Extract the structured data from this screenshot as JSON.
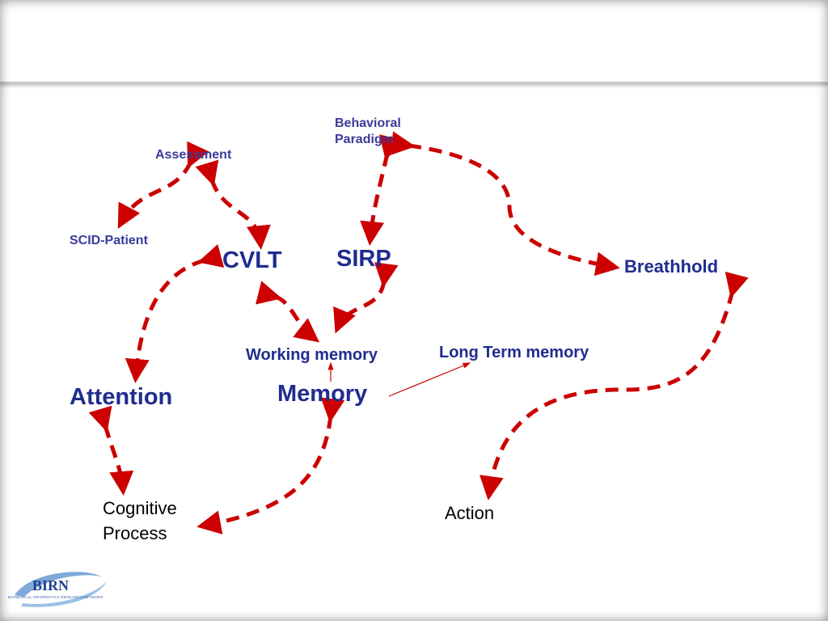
{
  "nodes": {
    "behavioral_paradigm": [
      "Behavioral",
      "Paradigm"
    ],
    "assessment": "Assessment",
    "scid_patient": "SCID-Patient",
    "cvlt": "CVLT",
    "sirp": "SIRP",
    "breathhold": "Breathhold",
    "working_memory": "Working memory",
    "long_term_memory": "Long Term memory",
    "memory": "Memory",
    "attention": "Attention",
    "cognitive_process": [
      "Cognitive",
      "Process"
    ],
    "action": "Action"
  },
  "logo": {
    "name": "BIRN",
    "subtitle": "BIOMEDICAL INFORMATICS RESEARCH NETWORK"
  },
  "colors": {
    "node_text": "#1f2c8f",
    "small_node_text": "#3a3a9c",
    "arrow": "#cc0000",
    "plain_text": "#000000"
  }
}
